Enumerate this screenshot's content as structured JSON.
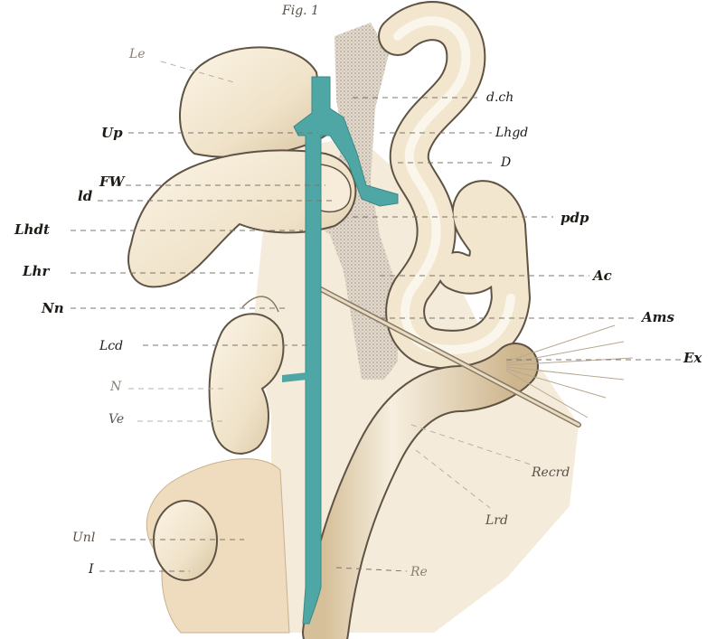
{
  "figure": {
    "title": "Fig. 1"
  },
  "colors": {
    "tissue": "#ecdfc6",
    "tissue_dark": "#cdb892",
    "organ_fill": "#f4ead8",
    "organ_outline": "#5f5343",
    "canal": "#4fa7a5",
    "stipple": "#b9aea0",
    "background": "#ffffff"
  },
  "labels": {
    "le": "Le",
    "up": "Up",
    "fw": "FW",
    "ld": "ld",
    "lhdt": "Lhdt",
    "lhr": "Lhr",
    "nn": "Nn",
    "lcd": "Lcd",
    "n": "N",
    "ve": "Ve",
    "unl": "Unl",
    "i": "I",
    "dch": "d.ch",
    "lhgd": "Lhgd",
    "d": "D",
    "pdp": "pdp",
    "ac": "Ac",
    "ams": "Ams",
    "ex": "Ex",
    "recrd": "Recrd",
    "lrd": "Lrd",
    "re": "Re"
  }
}
